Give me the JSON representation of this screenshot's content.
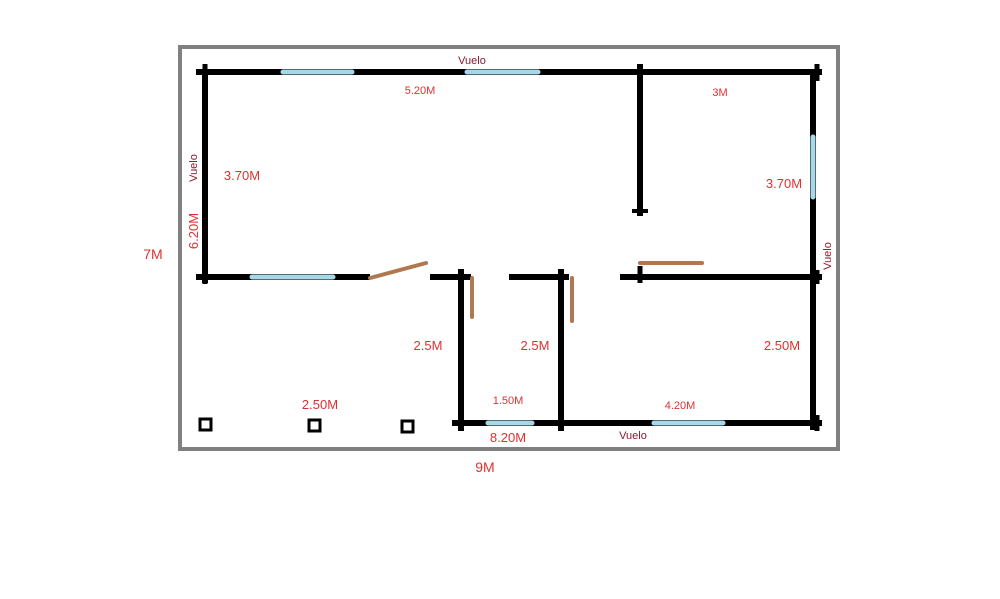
{
  "colors": {
    "wall": "#000000",
    "window": "#a6d8e8",
    "door": "#b07850",
    "frame": "#808080",
    "dim_text": "#e03030",
    "vuelo_text": "#8b1a2a"
  },
  "labels": {
    "vuelo_top": "Vuelo",
    "vuelo_left": "Vuelo",
    "vuelo_right": "Vuelo",
    "vuelo_bottom": "Vuelo",
    "top_left_width": "5.20M",
    "top_right_width": "3M",
    "left_room_height": "3.70M",
    "right_room_height": "3.70M",
    "left_total_height": "6.20M",
    "outer_height": "7M",
    "mid_left_height": "2.5M",
    "mid_center_height": "2.5M",
    "right_bottom_height": "2.50M",
    "porch_width": "2.50M",
    "small_room_width": "1.50M",
    "right_bottom_width": "4.20M",
    "bottom_total_width": "8.20M",
    "outer_width": "9M"
  }
}
